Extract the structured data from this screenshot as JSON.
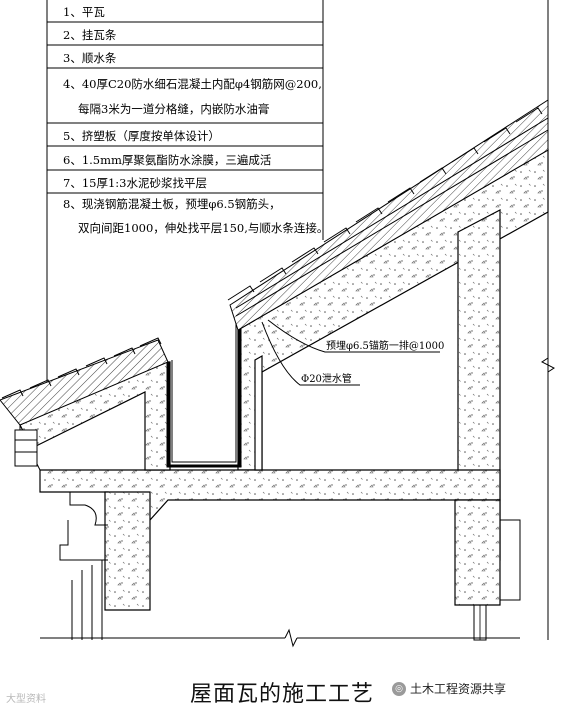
{
  "notes": [
    "1、平瓦",
    "2、挂瓦条",
    "3、顺水条",
    "4、40厚C20防水细石混凝土内配φ4钢筋网@200,",
    "每隔3米为一道分格缝，内嵌防水油膏",
    "5、挤塑板（厚度按单体设计）",
    "6、1.5mm厚聚氨酯防水涂膜，三遍成活",
    "7、15厚1:3水泥砂浆找平层",
    "8、现浇钢筋混凝土板，预埋φ6.5钢筋头，",
    "双向间距1000，伸处找平层150,与顺水条连接。"
  ],
  "callouts": {
    "rebar": "预埋φ6.5锚筋一排@1000",
    "pipe": "Φ20泄水管"
  },
  "caption": "屋面瓦的施工工艺",
  "watermark_left": "大型资料",
  "watermark_right": "土木工程资源共享",
  "colors": {
    "line": "#000000",
    "hatch": "#6a6a6a",
    "bg": "#ffffff"
  }
}
